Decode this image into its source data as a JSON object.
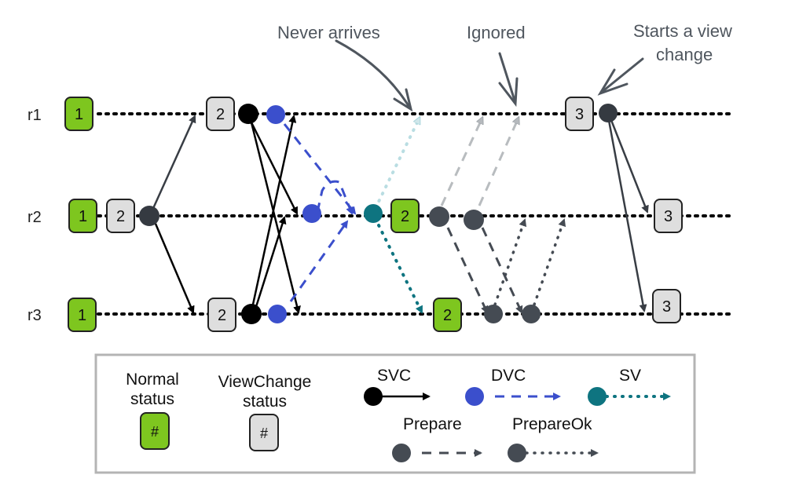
{
  "colors": {
    "normal_fill": "#7ec61f",
    "viewchange_fill": "#dedede",
    "svc": "#000000",
    "dvc": "#3b4fcc",
    "sv": "#0e7480",
    "prepare": "#454b53",
    "annotation": "#4f565e",
    "legend_border": "#b4b4b4"
  },
  "replicas": [
    {
      "id": "r1",
      "label": "r1"
    },
    {
      "id": "r2",
      "label": "r2"
    },
    {
      "id": "r3",
      "label": "r3"
    }
  ],
  "status_boxes": [
    {
      "replica": "r1",
      "view": "1",
      "status": "normal"
    },
    {
      "replica": "r2",
      "view": "1",
      "status": "normal"
    },
    {
      "replica": "r2",
      "view": "2",
      "status": "viewchange"
    },
    {
      "replica": "r3",
      "view": "1",
      "status": "normal"
    },
    {
      "replica": "r1",
      "view": "2",
      "status": "viewchange"
    },
    {
      "replica": "r3",
      "view": "2",
      "status": "viewchange"
    },
    {
      "replica": "r2",
      "view": "2",
      "status": "normal"
    },
    {
      "replica": "r3",
      "view": "2",
      "status": "normal"
    },
    {
      "replica": "r1",
      "view": "3",
      "status": "viewchange"
    },
    {
      "replica": "r2",
      "view": "3",
      "status": "viewchange"
    },
    {
      "replica": "r3",
      "view": "3",
      "status": "viewchange"
    }
  ],
  "annotations": {
    "never_arrives": "Never arrives",
    "ignored": "Ignored",
    "starts_view_change_line1": "Starts a view",
    "starts_view_change_line2": "change"
  },
  "legend": {
    "normal_line1": "Normal",
    "normal_line2": "status",
    "viewchange_line1": "ViewChange",
    "viewchange_line2": "status",
    "box_symbol": "#",
    "svc": "SVC",
    "dvc": "DVC",
    "sv": "SV",
    "prepare": "Prepare",
    "prepareok": "PrepareOk"
  }
}
